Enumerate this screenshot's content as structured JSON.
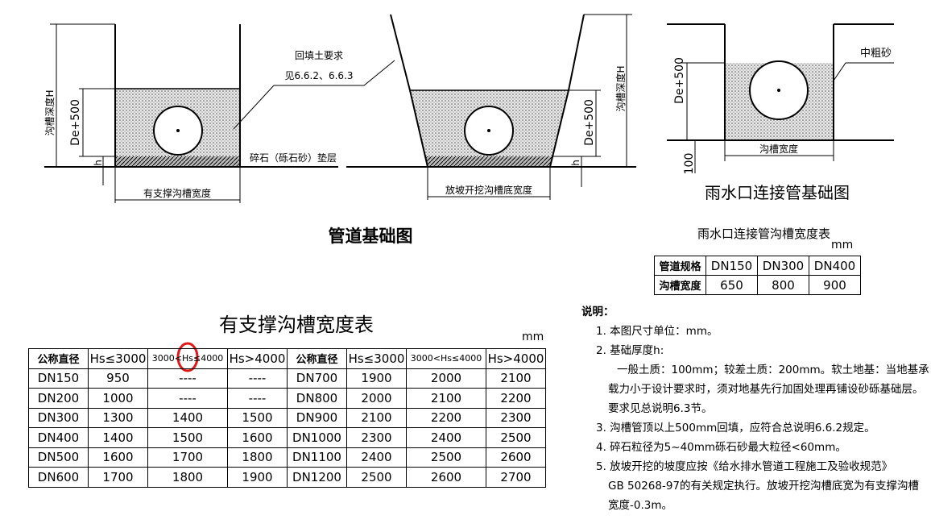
{
  "diagram": {
    "label_trench_depth": "沟槽深度H",
    "label_de500": "De+500",
    "label_h": "h",
    "label_backfill_1": "回填土要求",
    "label_backfill_2": "见6.6.2、6.6.3",
    "label_gravel": "碎石（砾石砂）垫层",
    "label_support_width": "有支撑沟槽宽度",
    "label_slope_width": "放坡开挖沟槽底宽度",
    "title_pipe_foundation": "管道基础图",
    "label_medium_sand": "中粗砂",
    "label_trench_width": "沟槽宽度",
    "label_100": "100",
    "title_rain_inlet": "雨水口连接管基础图"
  },
  "rain_table": {
    "title": "雨水口连接管沟槽宽度表",
    "unit": "mm",
    "header_label": "管道规格",
    "row_label": "沟槽宽度",
    "specs": [
      "DN150",
      "DN300",
      "DN400"
    ],
    "widths": [
      "650",
      "800",
      "900"
    ]
  },
  "support_table": {
    "title": "有支撑沟槽宽度表",
    "unit": "mm",
    "headers": [
      "公称直径",
      "Hs≤3000",
      "3000<Hs≤4000",
      "Hs>4000",
      "公称直径",
      "Hs≤3000",
      "3000<Hs≤4000",
      "Hs>4000"
    ],
    "rows": [
      [
        "DN150",
        "950",
        "----",
        "----",
        "DN700",
        "1900",
        "2000",
        "2100"
      ],
      [
        "DN200",
        "1000",
        "----",
        "----",
        "DN800",
        "2000",
        "2100",
        "2200"
      ],
      [
        "DN300",
        "1300",
        "1400",
        "1500",
        "DN900",
        "2100",
        "2200",
        "2300"
      ],
      [
        "DN400",
        "1400",
        "1500",
        "1600",
        "DN1000",
        "2300",
        "2400",
        "2500"
      ],
      [
        "DN500",
        "1600",
        "1700",
        "1800",
        "DN1100",
        "2400",
        "2500",
        "2600"
      ],
      [
        "DN600",
        "1700",
        "1800",
        "1900",
        "DN1200",
        "2500",
        "2600",
        "2700"
      ]
    ]
  },
  "notes": {
    "heading": "说明：",
    "n1": "1. 本图尺寸单位：mm。",
    "n2": "2. 基础厚度h:",
    "n2a": "一般土质：100mm；较差土质：200mm。软土地基：当地基承",
    "n2b": "载力小于设计要求时，须对地基先行加固处理再铺设砂砾基础层。",
    "n2c": "要求见总说明6.3节。",
    "n3": "3. 沟槽管顶以上500mm回填，应符合总说明6.6.2规定。",
    "n4": "4. 碎石粒径为5~40mm砾石砂最大粒径<60mm。",
    "n5": "5. 放坡开挖的坡度应按《给水排水管道工程施工及验收规范》",
    "n5a": "GB 50268-97的有关规定执行。放坡开挖沟槽底宽为有支撑沟槽",
    "n5b": "宽度-0.3m。"
  },
  "colors": {
    "ink": "#000000",
    "fill": "#dcdcdc",
    "highlight": "#e01818"
  }
}
